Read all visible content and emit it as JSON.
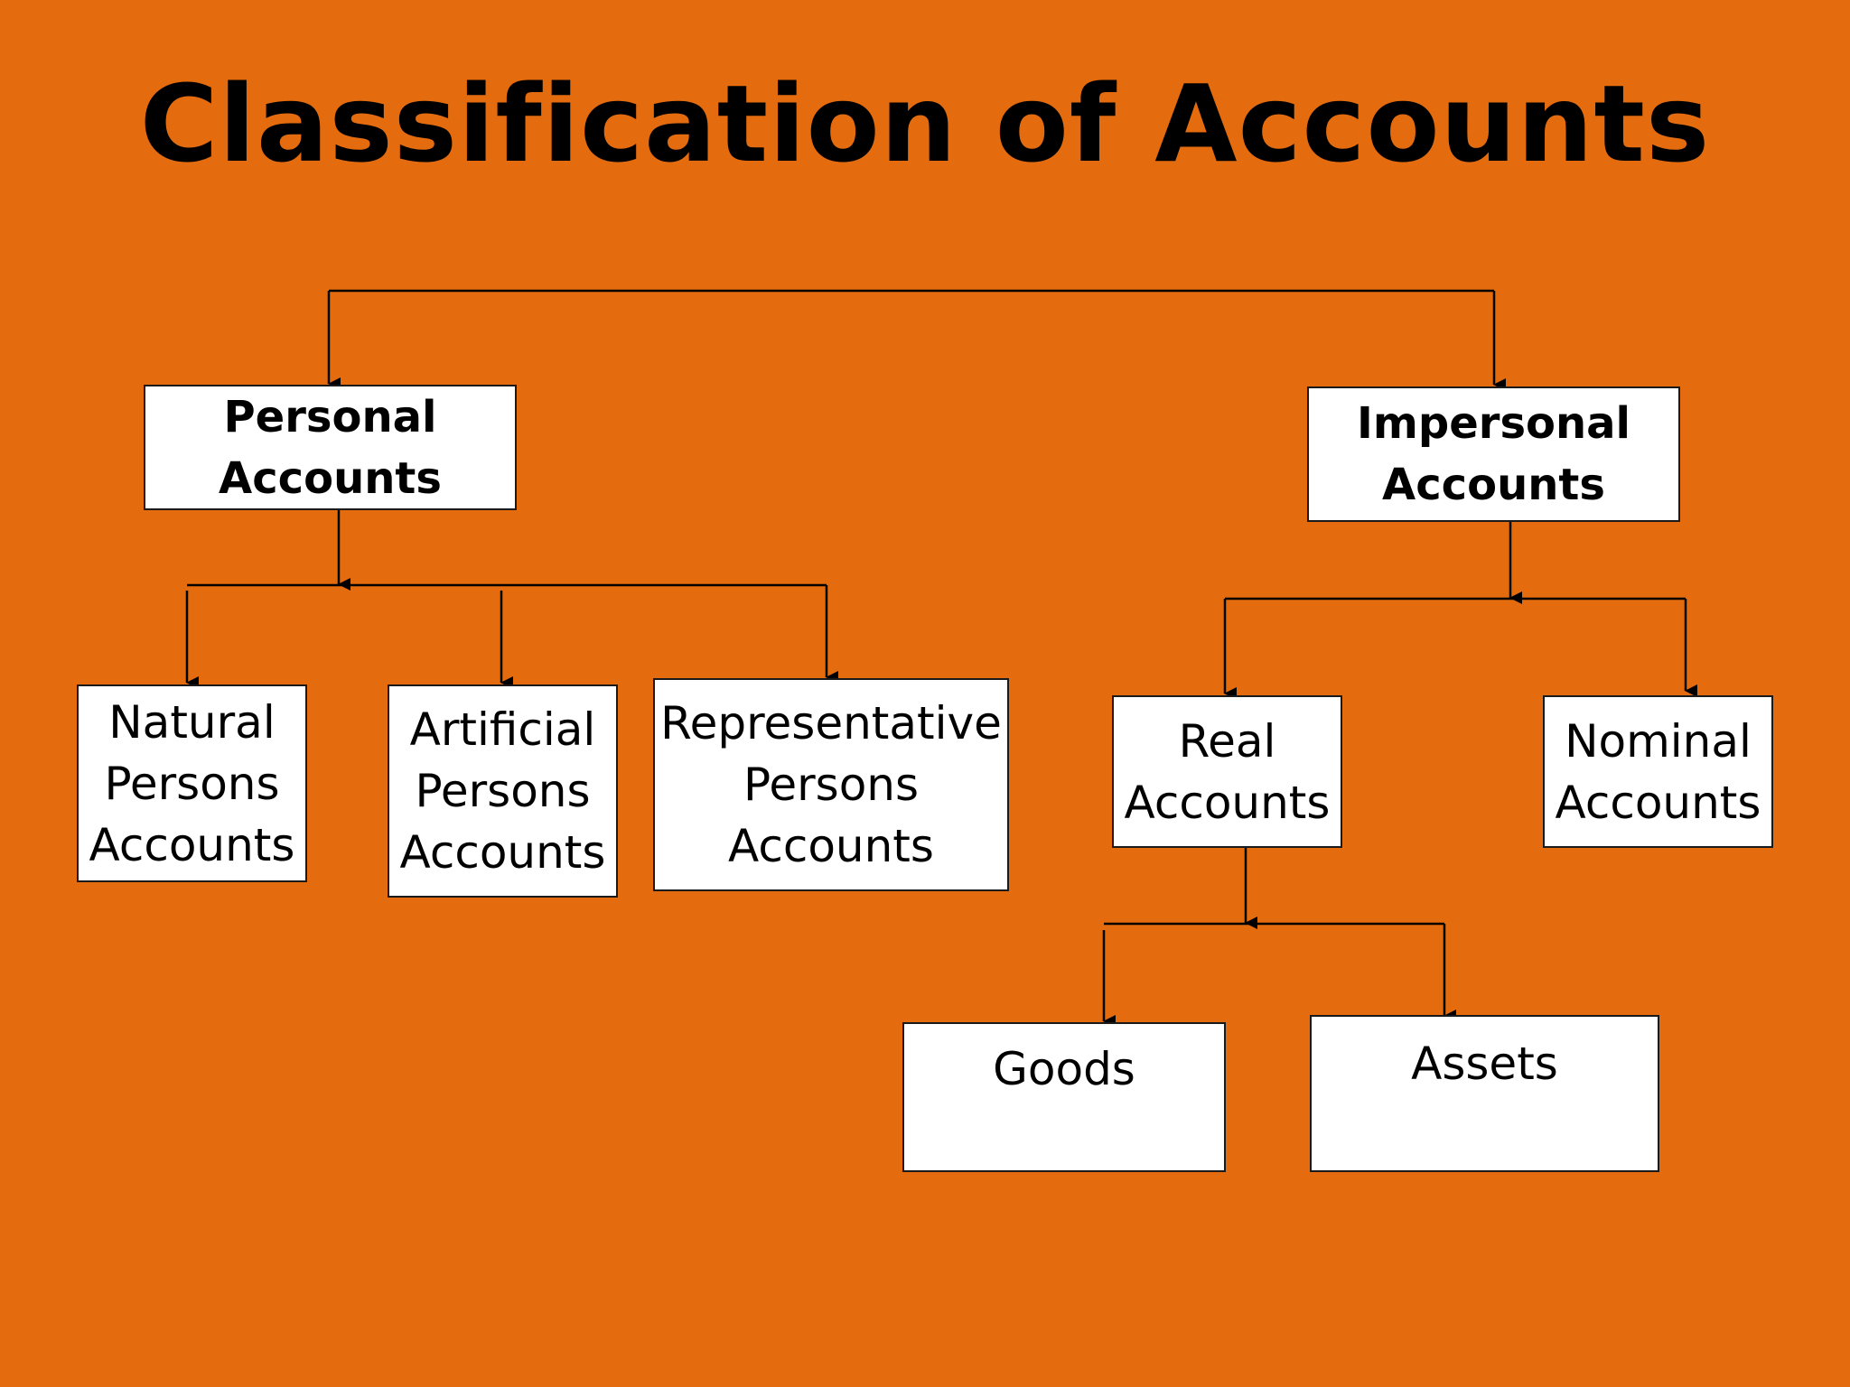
{
  "slide": {
    "title": "Classification of Accounts",
    "background_color": "#E46C0E",
    "box_color": "#FFFFFF"
  },
  "nodes": {
    "personal": "Personal\nAccounts",
    "impersonal": "Impersonal\nAccounts",
    "natural": "Natural\nPersons\nAccounts",
    "artificial": "Artificial\nPersons\nAccounts",
    "representative": "Representative\nPersons\nAccounts",
    "real": "Real\nAccounts",
    "nominal": "Nominal\nAccounts",
    "goods": "Goods",
    "assets": "Assets"
  }
}
